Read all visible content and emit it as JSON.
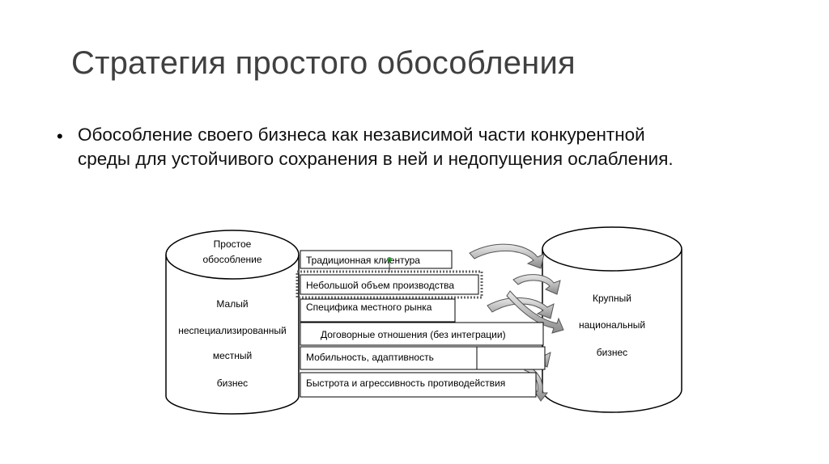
{
  "slide": {
    "title": "Стратегия простого обособления",
    "bullet": "Обособление своего бизнеса как независимой части конкурентной среды для устойчивого сохранения в ней и недопущения ослабления."
  },
  "diagram": {
    "left_cylinder": {
      "top_lines": [
        "Простое",
        "обособление"
      ],
      "body_lines": [
        "Малый",
        "неспециализированный",
        "местный",
        "бизнес"
      ]
    },
    "right_cylinder": {
      "body_lines": [
        "Крупный",
        "национальный",
        "бизнес"
      ]
    },
    "factors": [
      "Традиционная клиентура",
      "Небольшой объем производства",
      "Специфика местного рынка",
      "Договорные отношения (без интеграции)",
      "Мобильность, адаптивность",
      "Быстрота и агрессивность противодействия"
    ]
  }
}
